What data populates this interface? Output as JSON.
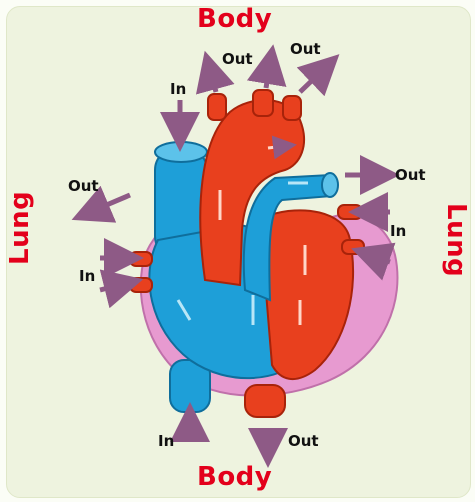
{
  "labels": {
    "top_body": "Body",
    "bottom_body": "Body",
    "left_lung": "Lung",
    "right_lung": "Lung",
    "out_top_left": "Out",
    "out_top_right": "Out",
    "in_top": "In",
    "out_left": "Out",
    "in_left": "In",
    "out_right": "Out",
    "in_right": "In",
    "in_bottom": "In",
    "out_bottom": "Out"
  },
  "colors": {
    "oxygenated": "#e8401e",
    "deoxygenated": "#1e9fd8",
    "pericardium": "#e79ad0",
    "arrow": "#8e5a86",
    "label": "#e3001b"
  }
}
